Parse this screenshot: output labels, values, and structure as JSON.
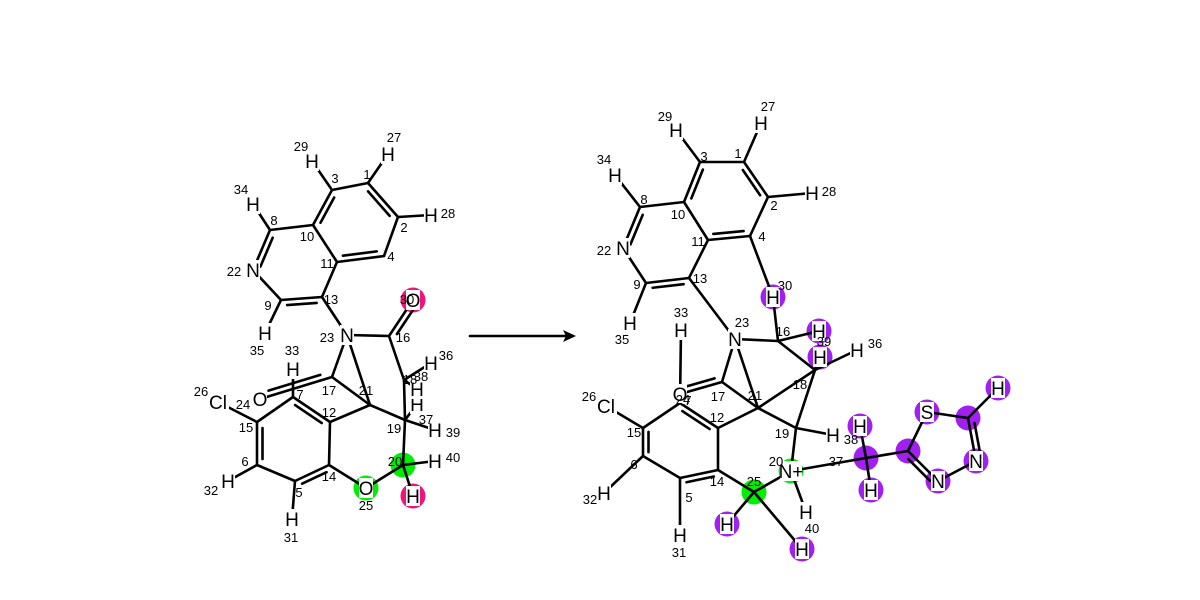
{
  "colors": {
    "background": "#ffffff",
    "bond": "#000000",
    "highlight_green": "#00ee00",
    "highlight_pink": "#f0137a",
    "highlight_purple": "#a020f0"
  },
  "reactant": {
    "atoms": {
      "c1": {
        "symbol": "",
        "label": "1"
      },
      "c2": {
        "symbol": "",
        "label": "2"
      },
      "c3": {
        "symbol": "",
        "label": "3"
      },
      "c4": {
        "symbol": "",
        "label": "4"
      },
      "c5": {
        "symbol": "",
        "label": "5"
      },
      "c6": {
        "symbol": "",
        "label": "6"
      },
      "c7": {
        "symbol": "",
        "label": "7"
      },
      "c8": {
        "symbol": "",
        "label": "8"
      },
      "c9": {
        "symbol": "",
        "label": "9"
      },
      "c10": {
        "symbol": "",
        "label": "10"
      },
      "c11": {
        "symbol": "",
        "label": "11"
      },
      "c12": {
        "symbol": "",
        "label": "12"
      },
      "c13": {
        "symbol": "",
        "label": "13"
      },
      "c14": {
        "symbol": "",
        "label": "14"
      },
      "c15": {
        "symbol": "",
        "label": "15"
      },
      "c16": {
        "symbol": "",
        "label": "16"
      },
      "c17": {
        "symbol": "",
        "label": "17"
      },
      "c18": {
        "symbol": "",
        "label": "18"
      },
      "c19": {
        "symbol": "",
        "label": "19"
      },
      "c20": {
        "symbol": "",
        "label": "20"
      },
      "c21": {
        "symbol": "",
        "label": "21"
      },
      "n22": {
        "symbol": "N",
        "label": "22"
      },
      "n23": {
        "symbol": "N",
        "label": "23"
      },
      "cl24": {
        "symbol": "Cl",
        "label": "24"
      },
      "o25": {
        "symbol": "O",
        "label": "25"
      },
      "o26": {
        "symbol": "O",
        "label": "26"
      },
      "h27": {
        "symbol": "H",
        "label": "27"
      },
      "h28": {
        "symbol": "H",
        "label": "28"
      },
      "h29": {
        "symbol": "H",
        "label": "29"
      },
      "o30": {
        "symbol": "O",
        "label": "30"
      },
      "h31": {
        "symbol": "H",
        "label": "31"
      },
      "h32": {
        "symbol": "H",
        "label": "32"
      },
      "h33": {
        "symbol": "H",
        "label": "33"
      },
      "h34": {
        "symbol": "H",
        "label": "34"
      },
      "h35": {
        "symbol": "H",
        "label": "35"
      },
      "h36": {
        "symbol": "H",
        "label": "36"
      },
      "h37": {
        "symbol": "H",
        "label": "37"
      },
      "h38": {
        "symbol": "H",
        "label": "38"
      },
      "h39": {
        "symbol": "H",
        "label": "39"
      },
      "h40": {
        "symbol": "H",
        "label": "40"
      },
      "hx": {
        "symbol": "H",
        "label": ""
      }
    },
    "highlights": {
      "green": [
        "o25",
        "c20"
      ],
      "pink": [
        "o30",
        "hx"
      ]
    }
  },
  "arrow": {
    "label": "reaction-arrow"
  },
  "product": {
    "atoms": {
      "c1": {
        "symbol": "",
        "label": "1"
      },
      "c2": {
        "symbol": "",
        "label": "2"
      },
      "c3": {
        "symbol": "",
        "label": "3"
      },
      "c4": {
        "symbol": "",
        "label": "4"
      },
      "c5": {
        "symbol": "",
        "label": "5"
      },
      "c6": {
        "symbol": "",
        "label": "6"
      },
      "c7": {
        "symbol": "",
        "label": "7"
      },
      "c8": {
        "symbol": "",
        "label": "8"
      },
      "c9": {
        "symbol": "",
        "label": "9"
      },
      "c10": {
        "symbol": "",
        "label": "10"
      },
      "c11": {
        "symbol": "",
        "label": "11"
      },
      "c12": {
        "symbol": "",
        "label": "12"
      },
      "c13": {
        "symbol": "",
        "label": "13"
      },
      "c14": {
        "symbol": "",
        "label": "14"
      },
      "c15": {
        "symbol": "",
        "label": "15"
      },
      "c16": {
        "symbol": "",
        "label": "16"
      },
      "c17": {
        "symbol": "",
        "label": "17"
      },
      "c18": {
        "symbol": "",
        "label": "18"
      },
      "c19": {
        "symbol": "",
        "label": "19"
      },
      "n20": {
        "symbol": "N+",
        "label": "20"
      },
      "c21": {
        "symbol": "",
        "label": "21"
      },
      "n22": {
        "symbol": "N",
        "label": "22"
      },
      "n23": {
        "symbol": "N",
        "label": "23"
      },
      "cl24": {
        "symbol": "Cl",
        "label": "24"
      },
      "c25": {
        "symbol": "",
        "label": "25"
      },
      "o26": {
        "symbol": "O",
        "label": "26"
      },
      "h27": {
        "symbol": "H",
        "label": "27"
      },
      "h28": {
        "symbol": "H",
        "label": "28"
      },
      "h29": {
        "symbol": "H",
        "label": "29"
      },
      "h30": {
        "symbol": "H",
        "label": "30"
      },
      "h31": {
        "symbol": "H",
        "label": "31"
      },
      "h32": {
        "symbol": "H",
        "label": "32"
      },
      "h33": {
        "symbol": "H",
        "label": "33"
      },
      "h34": {
        "symbol": "H",
        "label": "34"
      },
      "h35": {
        "symbol": "H",
        "label": "35"
      },
      "h36": {
        "symbol": "H",
        "label": "36"
      },
      "c37": {
        "symbol": "",
        "label": "37"
      },
      "h38": {
        "symbol": "H",
        "label": "38"
      },
      "h39": {
        "symbol": "H",
        "label": "39"
      },
      "h40": {
        "symbol": "H",
        "label": "40"
      },
      "hp1": {
        "symbol": "H",
        "label": ""
      },
      "hp2": {
        "symbol": "H",
        "label": ""
      },
      "hp3": {
        "symbol": "H",
        "label": ""
      },
      "hp4": {
        "symbol": "H",
        "label": ""
      },
      "hp5": {
        "symbol": "H",
        "label": ""
      },
      "hp6": {
        "symbol": "H",
        "label": ""
      },
      "ts": {
        "symbol": "S",
        "label": ""
      },
      "tc2": {
        "symbol": "",
        "label": ""
      },
      "tn3": {
        "symbol": "N",
        "label": ""
      },
      "tn4": {
        "symbol": "N",
        "label": ""
      },
      "tc5": {
        "symbol": "",
        "label": ""
      }
    },
    "highlights": {
      "green": [
        "n20",
        "c25"
      ],
      "purple": [
        "h30",
        "h39",
        "c37",
        "hp1",
        "hp2",
        "hp3",
        "hp4",
        "hp5",
        "hp6",
        "ts",
        "tc2",
        "tn3",
        "tn4",
        "tc5"
      ]
    }
  }
}
